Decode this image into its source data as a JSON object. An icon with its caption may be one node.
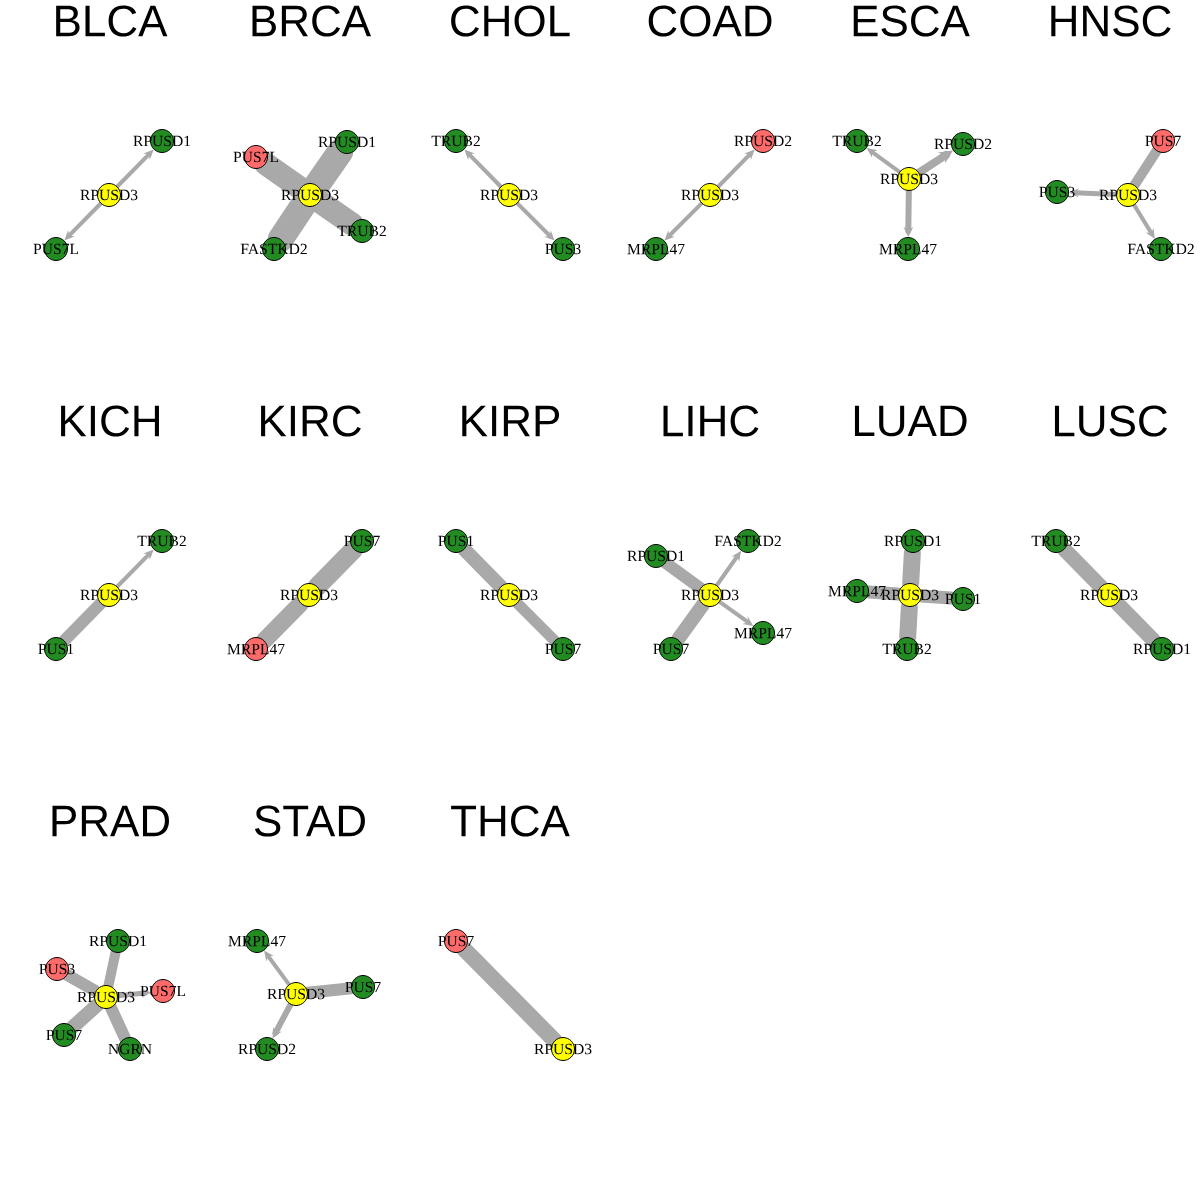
{
  "diagram": {
    "nodes": [
      {
        "text": [
          "RPUSD1"
        ]
      },
      {
        "text": [
          "RPUSD3"
        ]
      },
      {
        "text": [
          "PUS7L"
        ]
      },
      {
        "text": [
          "RPUSD1"
        ]
      },
      {
        "text": [
          "PUS7L"
        ]
      },
      {
        "text": [
          "RPUSD3"
        ]
      },
      {
        "text": [
          "TRUB2"
        ]
      },
      {
        "text": [
          "FASTKD2"
        ]
      },
      {
        "text": [
          "TRUB2"
        ]
      },
      {
        "text": [
          "RPUSD3"
        ]
      },
      {
        "text": [
          "PUS3"
        ]
      },
      {
        "text": [
          "RPUSD2"
        ]
      },
      {
        "text": [
          "RPUSD3"
        ]
      },
      {
        "text": [
          "MRPL47"
        ]
      },
      {
        "text": [
          "TRUB2"
        ]
      },
      {
        "text": [
          "RPUSD2"
        ]
      },
      {
        "text": [
          "RPUSD3"
        ]
      },
      {
        "text": [
          "MRPL47"
        ]
      },
      {
        "text": [
          "PUS7"
        ]
      },
      {
        "text": [
          "PUS3"
        ]
      },
      {
        "text": [
          "RPUSD3"
        ]
      },
      {
        "text": [
          "FASTKD2"
        ]
      },
      {
        "text": [
          "TRUB2"
        ]
      },
      {
        "text": [
          "RPUSD3"
        ]
      },
      {
        "text": [
          "PUS1"
        ]
      },
      {
        "text": [
          "PUS7"
        ]
      },
      {
        "text": [
          "RPUSD3"
        ]
      },
      {
        "text": [
          "MRPL47"
        ]
      },
      {
        "text": [
          "PUS1"
        ]
      },
      {
        "text": [
          "RPUSD3"
        ]
      },
      {
        "text": [
          "PUS7"
        ]
      },
      {
        "text": [
          "FASTKD2"
        ]
      },
      {
        "text": [
          "RPUSD1"
        ]
      },
      {
        "text": [
          "RPUSD3"
        ]
      },
      {
        "text": [
          "MRPL47"
        ]
      },
      {
        "text": [
          "PUS7"
        ]
      },
      {
        "text": [
          "RPUSD1"
        ]
      },
      {
        "text": [
          "MRPL47"
        ]
      },
      {
        "text": [
          "RPUSD3"
        ]
      },
      {
        "text": [
          "PUS1"
        ]
      },
      {
        "text": [
          "TRUB2"
        ]
      },
      {
        "text": [
          "TRUB2"
        ]
      },
      {
        "text": [
          "RPUSD3"
        ]
      },
      {
        "text": [
          "RPUSD1"
        ]
      },
      {
        "text": [
          "RPUSD1"
        ]
      },
      {
        "text": [
          "PUS3"
        ]
      },
      {
        "text": [
          "PUS7L"
        ]
      },
      {
        "text": [
          "RPUSD3"
        ]
      },
      {
        "text": [
          "PUS7"
        ]
      },
      {
        "text": [
          "NGRN"
        ]
      },
      {
        "text": [
          "MRPL47"
        ]
      },
      {
        "text": [
          "PUS7"
        ]
      },
      {
        "text": [
          "RPUSD3"
        ]
      },
      {
        "text": [
          "RPUSD2"
        ]
      },
      {
        "text": [
          "PUS7"
        ]
      },
      {
        "text": [
          "RPUSD3"
        ]
      }
    ],
    "edges": [
      {
        "from": 1,
        "to": 0,
        "arrow": "to"
      },
      {
        "from": 1,
        "to": 2,
        "arrow": "to"
      },
      {
        "from": 5,
        "to": 3,
        "arrow": "none",
        "style": "thick"
      },
      {
        "from": 5,
        "to": 4,
        "arrow": "none",
        "style": "thick"
      },
      {
        "from": 5,
        "to": 6,
        "arrow": "none",
        "style": "thick"
      },
      {
        "from": 5,
        "to": 7,
        "arrow": "none",
        "style": "thick"
      },
      {
        "from": 9,
        "to": 8,
        "arrow": "to"
      },
      {
        "from": 9,
        "to": 10,
        "arrow": "to"
      },
      {
        "from": 12,
        "to": 11,
        "arrow": "to"
      },
      {
        "from": 12,
        "to": 13,
        "arrow": "to"
      },
      {
        "from": 16,
        "to": 14,
        "arrow": "to"
      },
      {
        "from": 16,
        "to": 15,
        "arrow": "to"
      },
      {
        "from": 16,
        "to": 17,
        "arrow": "to"
      },
      {
        "from": 20,
        "to": 18,
        "arrow": "none"
      },
      {
        "from": 20,
        "to": 19,
        "arrow": "to"
      },
      {
        "from": 20,
        "to": 21,
        "arrow": "to"
      },
      {
        "from": 23,
        "to": 22,
        "arrow": "to"
      },
      {
        "from": 23,
        "to": 24,
        "arrow": "none"
      },
      {
        "from": 26,
        "to": 25,
        "arrow": "none"
      },
      {
        "from": 26,
        "to": 27,
        "arrow": "none"
      },
      {
        "from": 29,
        "to": 28,
        "arrow": "none"
      },
      {
        "from": 29,
        "to": 30,
        "arrow": "none"
      },
      {
        "from": 33,
        "to": 31,
        "arrow": "to"
      },
      {
        "from": 33,
        "to": 32,
        "arrow": "none"
      },
      {
        "from": 33,
        "to": 34,
        "arrow": "to"
      },
      {
        "from": 33,
        "to": 35,
        "arrow": "none"
      },
      {
        "from": 38,
        "to": 36,
        "arrow": "none"
      },
      {
        "from": 38,
        "to": 37,
        "arrow": "none"
      },
      {
        "from": 38,
        "to": 39,
        "arrow": "none"
      },
      {
        "from": 38,
        "to": 40,
        "arrow": "none"
      },
      {
        "from": 42,
        "to": 41,
        "arrow": "none"
      },
      {
        "from": 42,
        "to": 43,
        "arrow": "none"
      },
      {
        "from": 47,
        "to": 44,
        "arrow": "none"
      },
      {
        "from": 47,
        "to": 45,
        "arrow": "none"
      },
      {
        "from": 47,
        "to": 46,
        "arrow": "to"
      },
      {
        "from": 47,
        "to": 48,
        "arrow": "none"
      },
      {
        "from": 47,
        "to": 49,
        "arrow": "none"
      },
      {
        "from": 52,
        "to": 50,
        "arrow": "to"
      },
      {
        "from": 52,
        "to": 51,
        "arrow": "none"
      },
      {
        "from": 52,
        "to": 53,
        "arrow": "to"
      },
      {
        "from": 55,
        "to": 54,
        "arrow": "none"
      }
    ],
    "labels": [
      "BLCA",
      "BRCA",
      "CHOL",
      "COAD",
      "ESCA",
      "HNSC",
      "KICH",
      "KIRC",
      "KIRP",
      "LIHC",
      "LUAD",
      "LUSC",
      "PRAD",
      "STAD",
      "THCA"
    ]
  }
}
